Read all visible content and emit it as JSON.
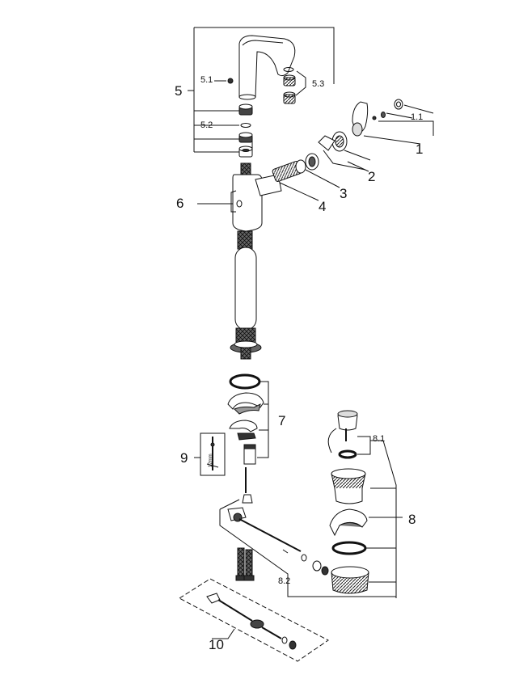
{
  "diagram": {
    "labels": {
      "p1": "1",
      "p1_1": "1.1",
      "p2": "2",
      "p3": "3",
      "p4": "4",
      "p5": "5",
      "p5_1": "5.1",
      "p5_2": "5.2",
      "p5_3": "5.3",
      "p6": "6",
      "p7": "7",
      "p8": "8",
      "p8_1": "8.1",
      "p8_2": "8.2",
      "p9": "9",
      "p10": "10",
      "tool_size": "12mm"
    },
    "colors": {
      "line": "#111111",
      "fill": "#ffffff",
      "hatch": "#333333"
    }
  }
}
